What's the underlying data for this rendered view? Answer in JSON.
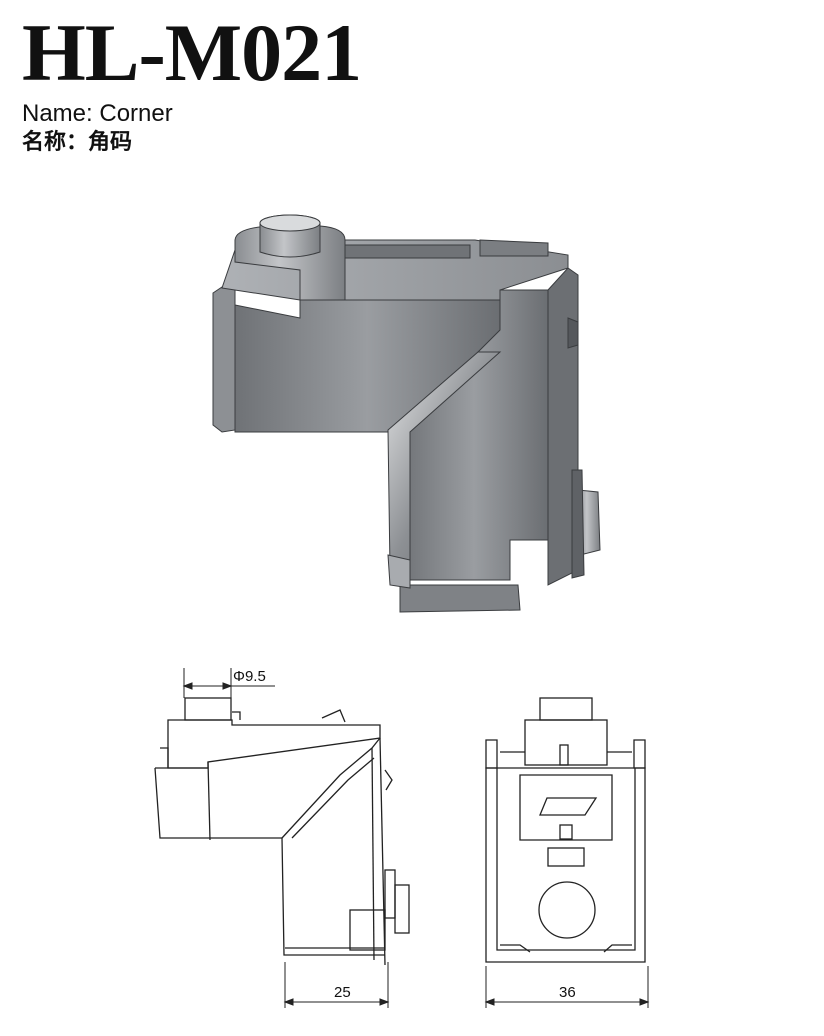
{
  "header": {
    "model": "HL-M021",
    "name_en": "Name: Corner",
    "name_cn": "名称：角码"
  },
  "dimensions": {
    "diameter": "Φ9.5",
    "width_side": "25",
    "width_front": "36"
  },
  "colors": {
    "part_fill": "#9ea1a6",
    "part_dark": "#5d6064",
    "part_light": "#c9cbce",
    "line": "#222222"
  }
}
